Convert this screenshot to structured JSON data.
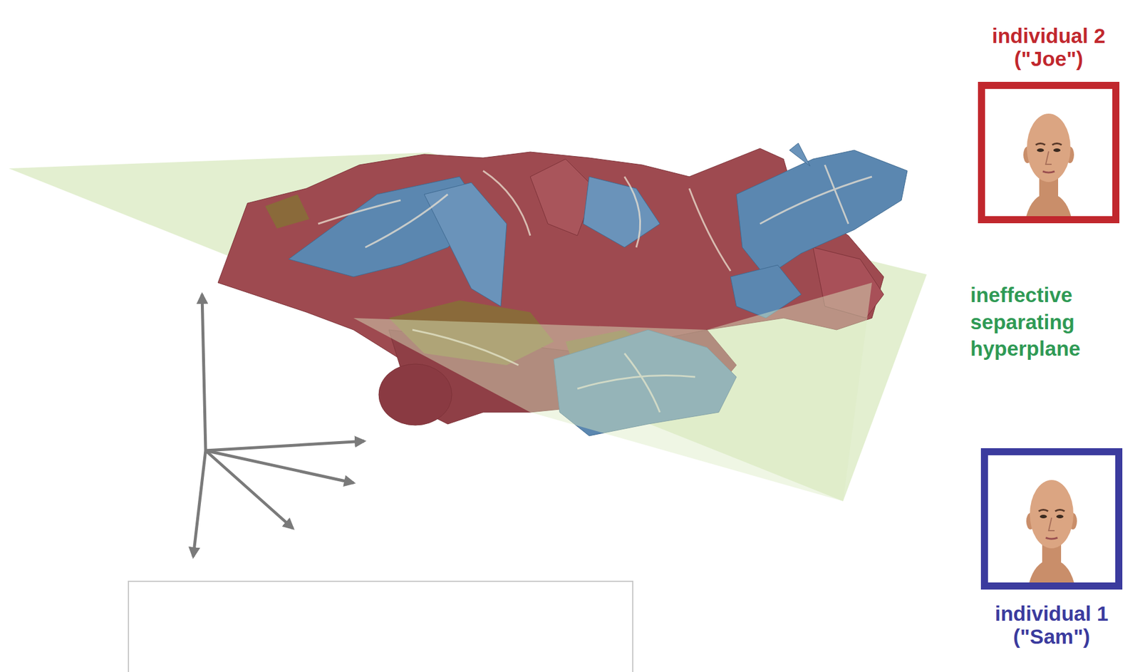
{
  "diagram": {
    "nodes": [
      {
        "text": [
          "individual 2 (\"Joe\")"
        ]
      },
      {
        "text": [
          "individual 1 (\"Sam\")"
        ]
      }
    ],
    "labels": [
      "ineffective separating hyperplane"
    ]
  }
}
